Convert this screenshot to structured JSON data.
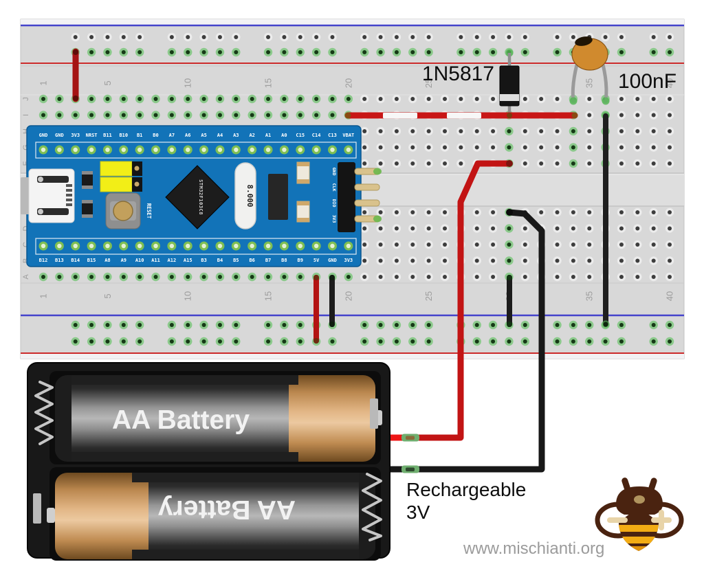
{
  "scene": {
    "description": "STM32 Blue Pill on breadboard powered by two rechargeable AA batteries through a 1N5817 diode with 100nF capacitor",
    "background": "#ffffff"
  },
  "labels": {
    "diode": "1N5817",
    "capacitor": "100nF",
    "battery_note_line1": "Rechargeable",
    "battery_note_line2": "3V",
    "website": "www.mischianti.org"
  },
  "breadboard": {
    "columns": 40,
    "numbered_columns": [
      1,
      5,
      10,
      15,
      20,
      25,
      30,
      35,
      40
    ],
    "row_letters": [
      "J",
      "I",
      "H",
      "G",
      "F",
      "E",
      "D",
      "C",
      "B",
      "A"
    ],
    "rail_group_start_columns": [
      3,
      9,
      15,
      21,
      27,
      33,
      39
    ],
    "highlight_top_columns": [
      30,
      34,
      36
    ],
    "highlight_bottom_columns": [
      30
    ],
    "colors": {
      "body": "#d8d8d8",
      "margin": "#f2f2f4",
      "channel": "#dedede",
      "line_blue": "#4443cb",
      "line_red": "#cc2b2b",
      "hole_dark": "#3d3d3d",
      "hole_ring": "#ececec",
      "hole_green_dark": "#163916",
      "hole_green_ring": "#8bc98b",
      "index_label": "#9d9d9d"
    }
  },
  "bluepill": {
    "board_color": "#1273b8",
    "top_pins": [
      "GND",
      "GND",
      "3V3",
      "NRST",
      "B11",
      "B10",
      "B1",
      "B0",
      "A7",
      "A6",
      "A5",
      "A4",
      "A3",
      "A2",
      "A1",
      "A0",
      "C15",
      "C14",
      "C13",
      "VBAT"
    ],
    "bottom_pins": [
      "B12",
      "B13",
      "B14",
      "B15",
      "A8",
      "A9",
      "A10",
      "A11",
      "A12",
      "A15",
      "B3",
      "B4",
      "B5",
      "B6",
      "B7",
      "B8",
      "B9",
      "5V",
      "GND",
      "3V3"
    ],
    "chip_label": "STM32F103C8",
    "crystal_label": "8.000",
    "reset_label": "RESET",
    "debug_pins": [
      "GND",
      "CLK",
      "DIO",
      "3V3"
    ]
  },
  "battery": {
    "top_label": "AA Battery",
    "bottom_label": "AA Battery",
    "note": "Rechargeable 3V"
  },
  "wires": {
    "red": "#c21414",
    "dark_red_jumper": "#a51313",
    "black": "#1c1c1c",
    "white_band": "#f7f7f7",
    "connector_green": "#6fae6f"
  },
  "logo": {
    "name": "mischianti-bee",
    "minus_symbol": "-",
    "plus_symbol": "+",
    "brown": "#4a2310",
    "yellow": "#f3ac14"
  }
}
